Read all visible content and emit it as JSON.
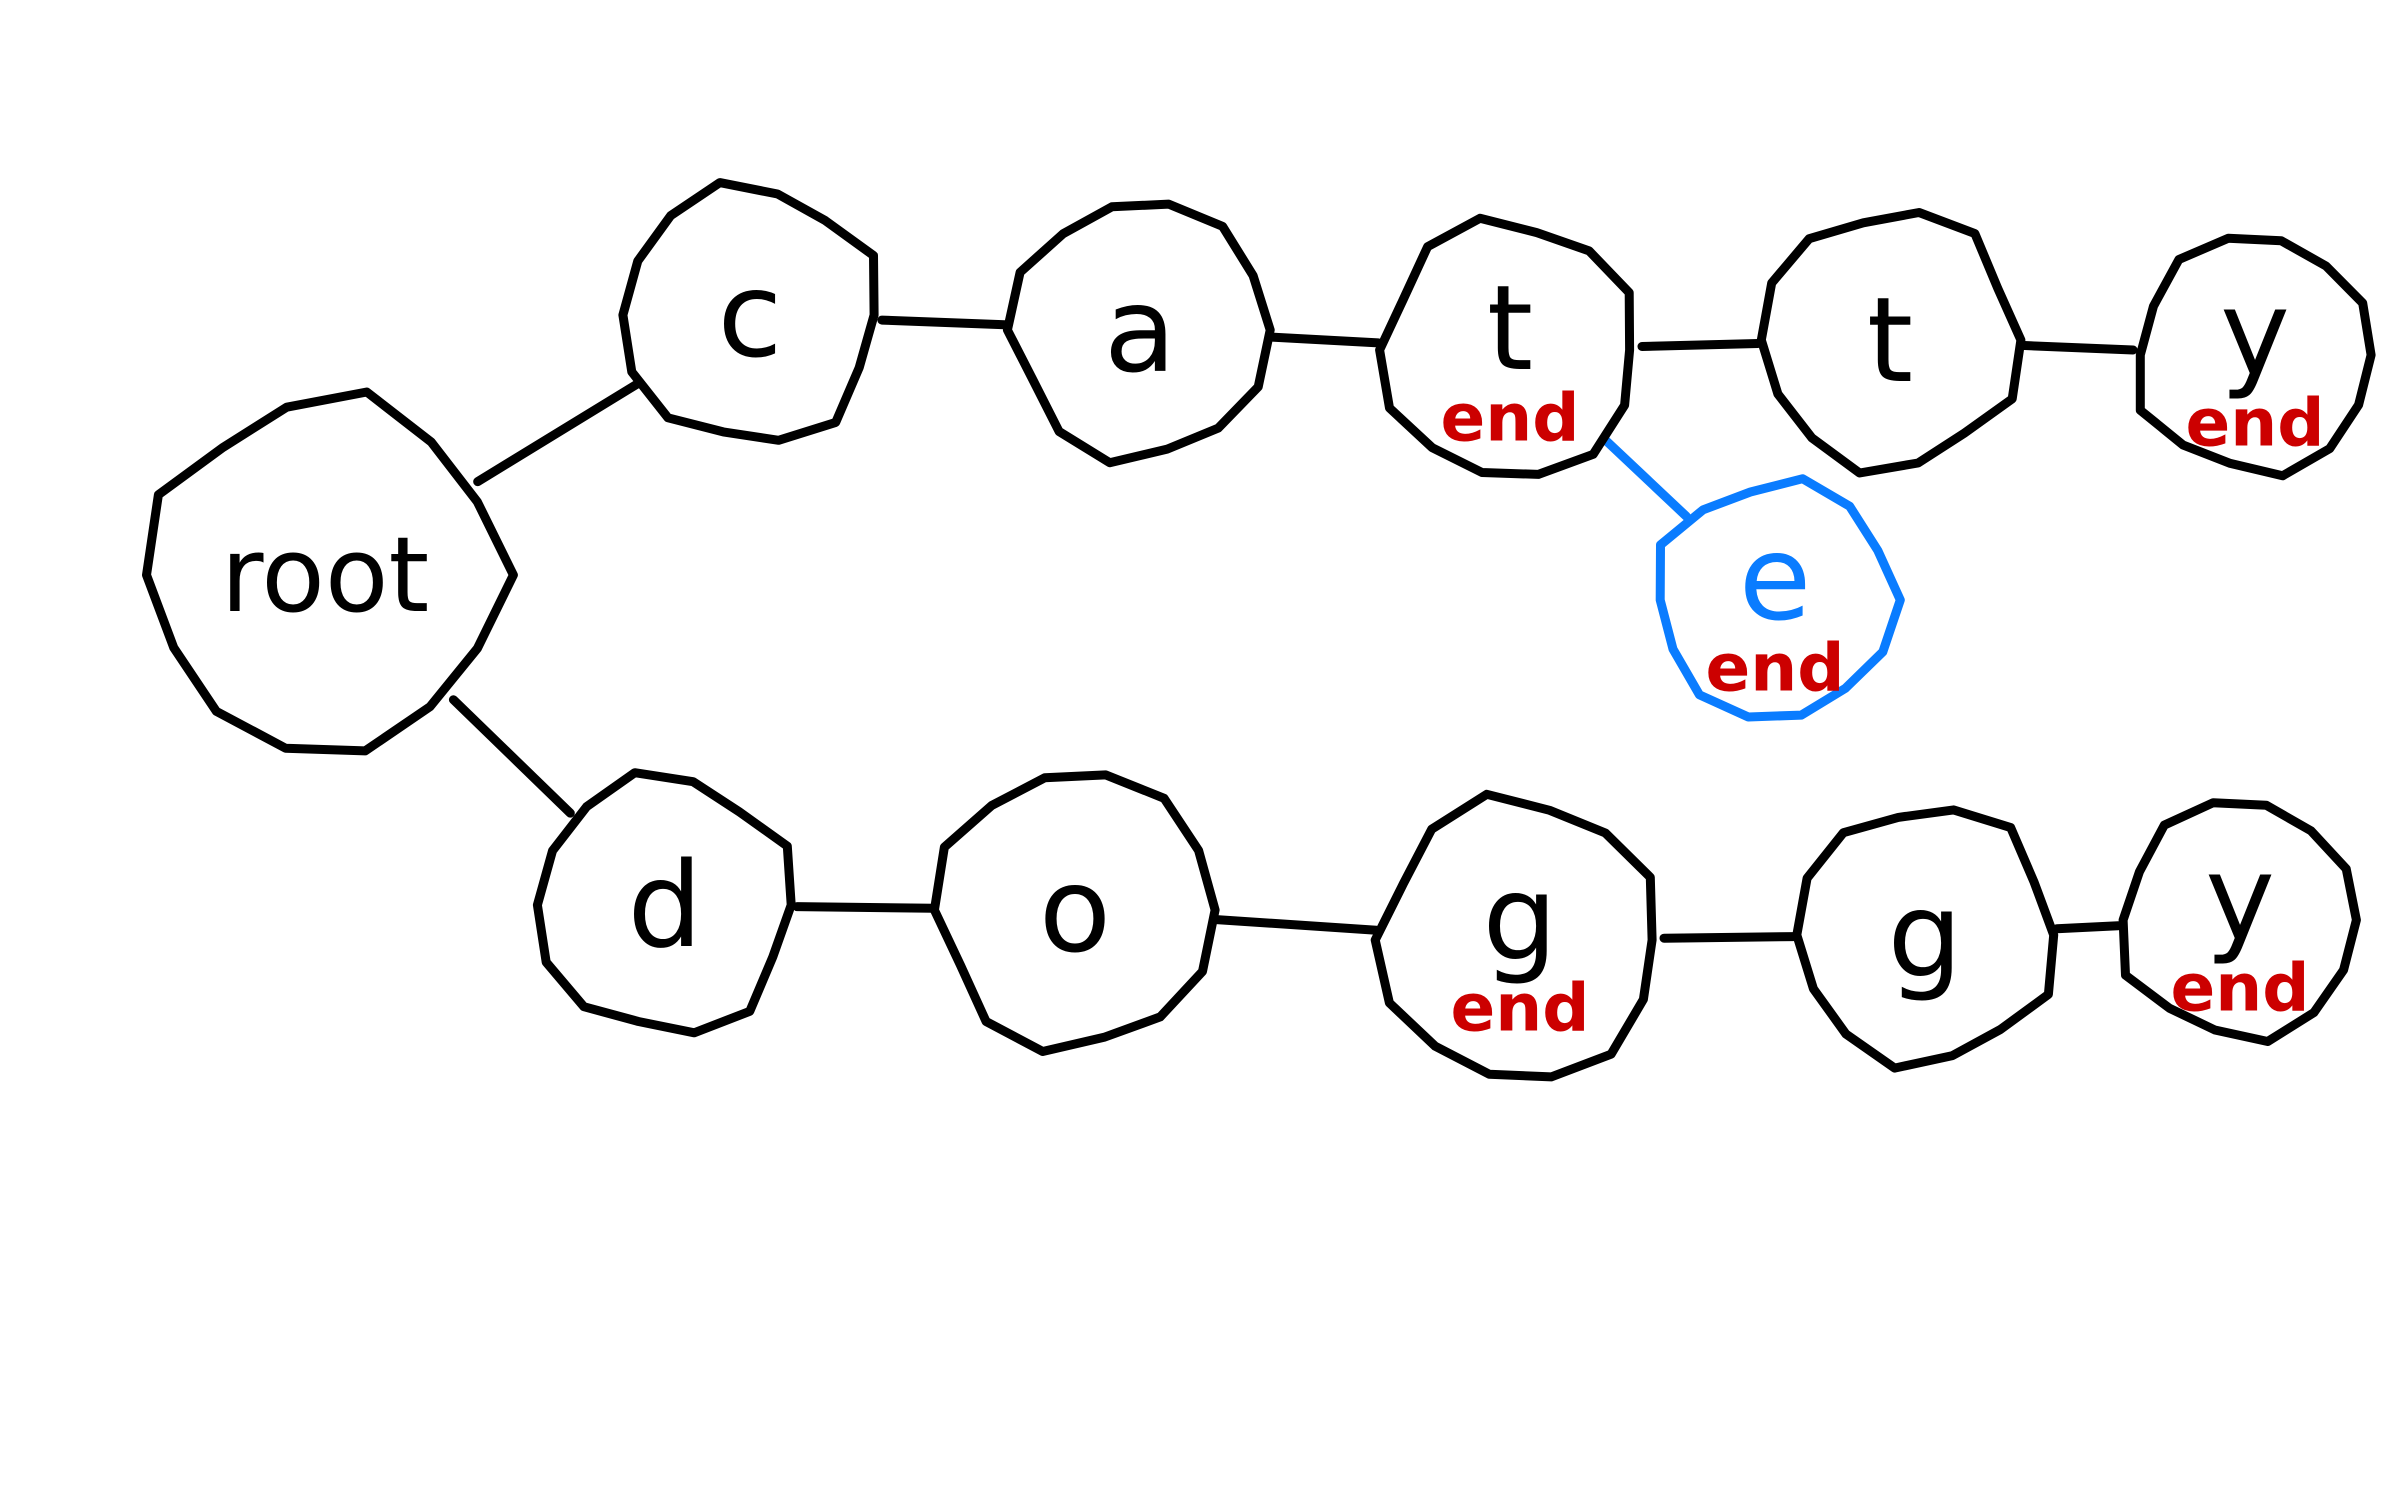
{
  "colors": {
    "ink": "#000000",
    "end_marker": "#cc0000",
    "highlight": "#0a7cff"
  },
  "diagram": {
    "root": {
      "label": "root"
    },
    "nodes": [
      {
        "id": "c1",
        "label": "c",
        "end": ""
      },
      {
        "id": "a1",
        "label": "a",
        "end": ""
      },
      {
        "id": "t1",
        "label": "t",
        "end": "end"
      },
      {
        "id": "t2",
        "label": "t",
        "end": ""
      },
      {
        "id": "y1",
        "label": "y",
        "end": "end"
      },
      {
        "id": "e1",
        "label": "e",
        "end": "end",
        "highlight": true
      },
      {
        "id": "d1",
        "label": "d",
        "end": ""
      },
      {
        "id": "o1",
        "label": "o",
        "end": ""
      },
      {
        "id": "g1",
        "label": "g",
        "end": "end"
      },
      {
        "id": "g2",
        "label": "g",
        "end": ""
      },
      {
        "id": "y2",
        "label": "y",
        "end": "end"
      }
    ],
    "edges": [
      {
        "from": "root",
        "to": "c1"
      },
      {
        "from": "c1",
        "to": "a1"
      },
      {
        "from": "a1",
        "to": "t1"
      },
      {
        "from": "t1",
        "to": "t2"
      },
      {
        "from": "t2",
        "to": "y1"
      },
      {
        "from": "t1",
        "to": "e1",
        "highlight": true
      },
      {
        "from": "root",
        "to": "d1"
      },
      {
        "from": "d1",
        "to": "o1"
      },
      {
        "from": "o1",
        "to": "g1"
      },
      {
        "from": "g1",
        "to": "g2"
      },
      {
        "from": "g2",
        "to": "y2"
      }
    ]
  }
}
